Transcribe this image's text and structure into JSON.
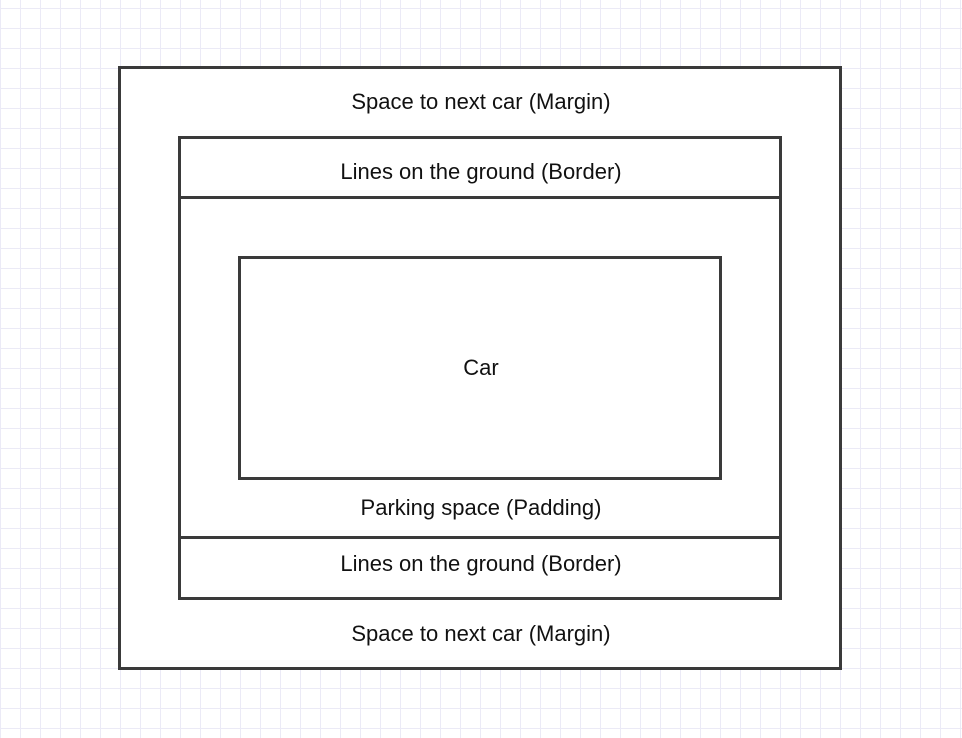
{
  "diagram": {
    "margin": {
      "top_label": "Space to next car (Margin)",
      "bottom_label": "Space to next car (Margin)"
    },
    "border": {
      "top_label": "Lines on the ground (Border)",
      "bottom_label": "Lines on the ground (Border)"
    },
    "padding": {
      "label": "Parking space (Padding)"
    },
    "content": {
      "label": "Car"
    }
  }
}
